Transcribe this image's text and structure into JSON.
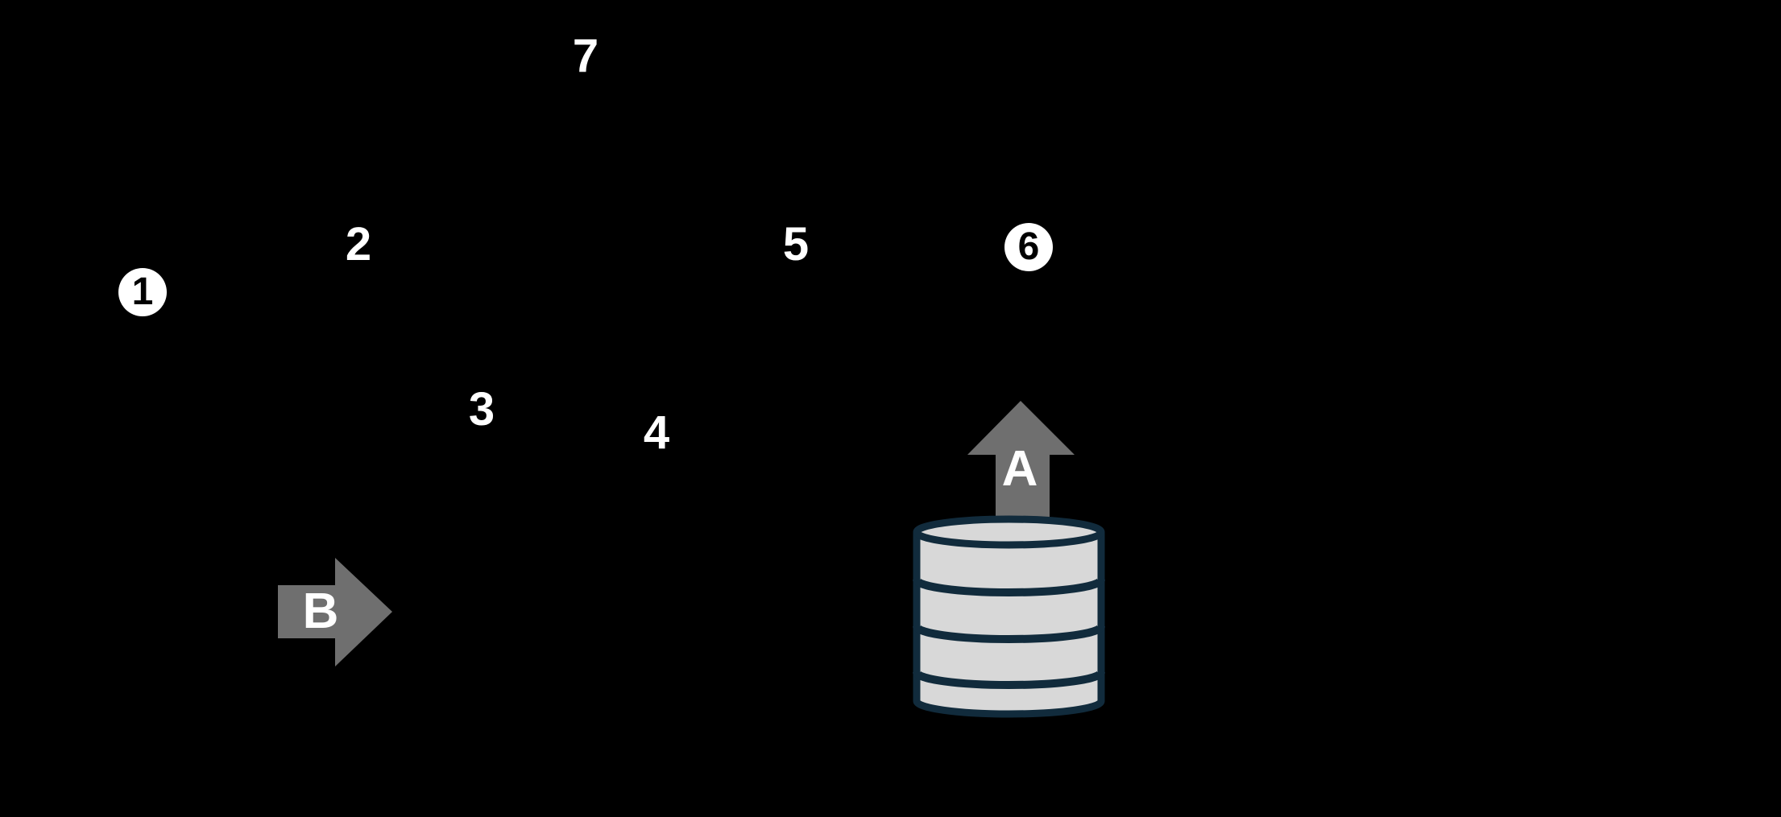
{
  "canvas": {
    "background": "#000000"
  },
  "colors": {
    "canvas_bg": "#000000",
    "label_text": "#ffffff",
    "badge_bg": "#ffffff",
    "badge_text": "#000000",
    "arrow_fill": "#6f6f6f",
    "arrow_label": "#ffffff",
    "db_fill": "#d8d8d8",
    "db_stroke": "#112b3c"
  },
  "labels": {
    "step1": "1",
    "step2": "2",
    "step3": "3",
    "step4": "4",
    "step5": "5",
    "step6": "6",
    "step7": "7"
  },
  "arrows": {
    "up_label": "A",
    "right_label": "B"
  },
  "icons": {
    "database": "database-cylinder",
    "up_arrow": "up-arrow-icon",
    "right_arrow": "right-arrow-icon"
  }
}
